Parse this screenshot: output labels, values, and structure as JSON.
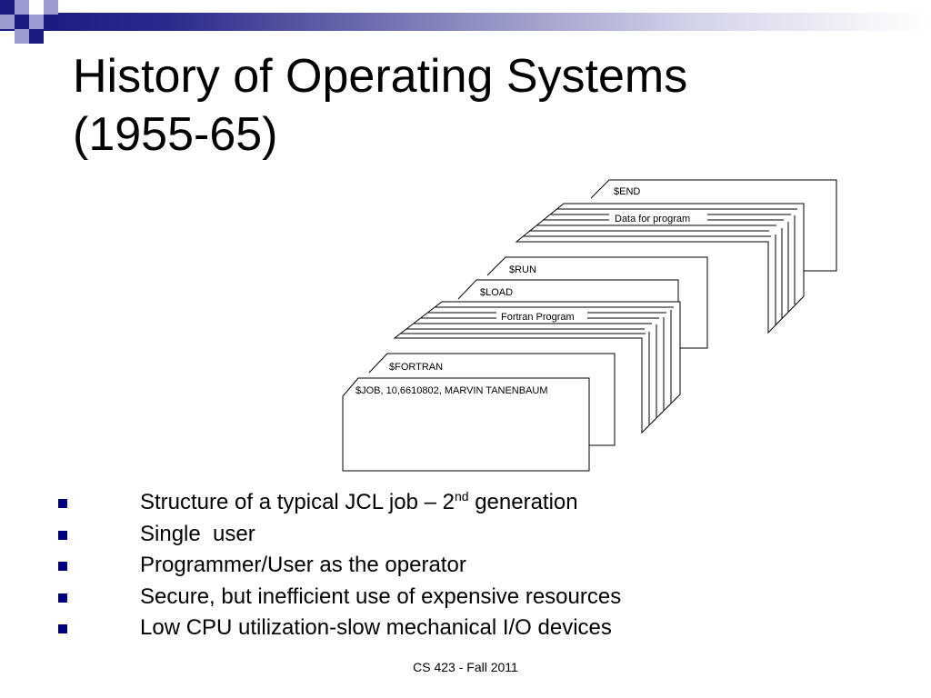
{
  "slide": {
    "title_line1": "History of Operating Systems",
    "title_line2": "(1955-65)",
    "footer": "CS 423 - Fall 2011"
  },
  "figure": {
    "cards": [
      {
        "label": "$END"
      },
      {
        "label": "Data for program"
      },
      {
        "label": "$RUN"
      },
      {
        "label": "$LOAD"
      },
      {
        "label": "Fortran Program"
      },
      {
        "label": "$FORTRAN"
      },
      {
        "label": "$JOB, 10,6610802, MARVIN TANENBAUM"
      }
    ]
  },
  "bullets": [
    {
      "text": "Structure of a typical JCL job – 2",
      "sup": "nd",
      "tail": " generation"
    },
    {
      "text": "Single  user"
    },
    {
      "text": "Programmer/User as the operator"
    },
    {
      "text": "Secure, but inefficient use of expensive resources"
    },
    {
      "text": "Low CPU utilization-slow mechanical I/O devices"
    }
  ],
  "colors": {
    "accent": "#000080",
    "band_dark": "#1a1a80",
    "square_light": "#9c9cd0"
  }
}
